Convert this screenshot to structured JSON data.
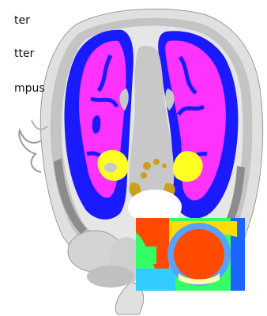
{
  "legend": {
    "labels": [
      "ter",
      "tter",
      "mpus"
    ]
  },
  "colors": {
    "background": "#ffffff",
    "skull_outer": "#d9d9d9",
    "skull_mid": "#bdbdbd",
    "skull_dark": "#8c8c8c",
    "white_matter": "#ff33ff",
    "gray_matter": "#1a1aff",
    "ventricle": "#c8c8c8",
    "hippocampus": "#ffff22",
    "structure_gold": "#c9a21a",
    "inset_green": "#33ff66",
    "inset_orange": "#ff4a00",
    "inset_blue": "#1a66ff",
    "inset_cyan": "#33ccff"
  }
}
